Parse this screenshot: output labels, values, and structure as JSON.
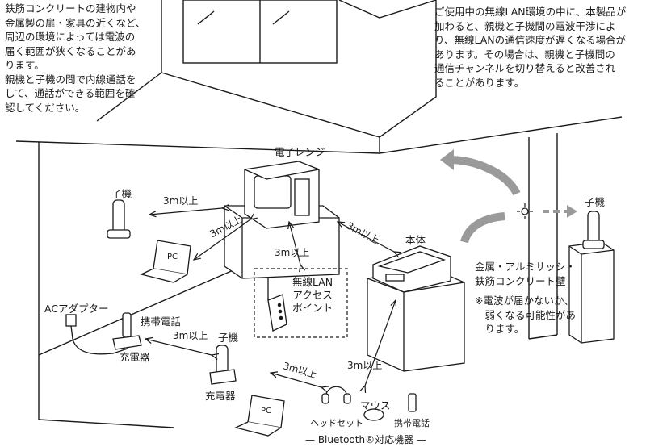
{
  "notes": {
    "top_left": [
      "鉄筋コンクリートの建物内や",
      "金属製の扉・家具の近くなど、",
      "周辺の環境によっては電波の",
      "届く範囲が狭くなることがあ",
      "ります。",
      "親機と子機の間で内線通話を",
      "して、通話ができる範囲を確",
      "認してください。"
    ],
    "top_right": [
      "ご使用中の無線LAN環境の中に、本製品が",
      "加わると、親機と子機間の電波干渉によ",
      "り、無線LANの通信速度が遅くなる場合が",
      "あります。その場合は、親機と子機間の",
      "通信チャンネルを切り替えると改善され",
      "ることがあります。"
    ],
    "wall": [
      "金属・アルミサッシ・",
      "鉄筋コンクリート壁"
    ],
    "wall_note": [
      "※電波が届かないか、",
      "　弱くなる可能性があ",
      "　ります。"
    ]
  },
  "labels": {
    "microwave": "電子レンジ",
    "handset_left": "子機",
    "handset_right": "子機",
    "handset_bottom": "子機",
    "main_unit": "本体",
    "ap_line1": "無線LAN",
    "ap_line2": "アクセス",
    "ap_line3": "ポイント",
    "ac_adapter": "ACアダプター",
    "mobile_phone_left": "携帯電話",
    "charger_left": "充電器",
    "charger_bottom": "充電器",
    "pc_top": "PC",
    "pc_bottom": "PC",
    "headset": "ヘッドセット",
    "mouse": "マウス",
    "mobile_phone_bt": "携帯電話"
  },
  "distances": {
    "handset_to_microwave": "3m以上",
    "pc_to_microwave": "3m以上",
    "microwave_to_ap": "3m以上",
    "microwave_to_main": "3m以上",
    "phone_to_handset": "3m以上",
    "pc_to_headset": "3m以上",
    "main_to_bt": "3m以上"
  },
  "bluetooth_caption": "— Bluetooth®対応機器 —",
  "colors": {
    "line": "#1a1a1a",
    "arrow_fill": "#9a9a9a",
    "box_fill": "#ffffff"
  }
}
